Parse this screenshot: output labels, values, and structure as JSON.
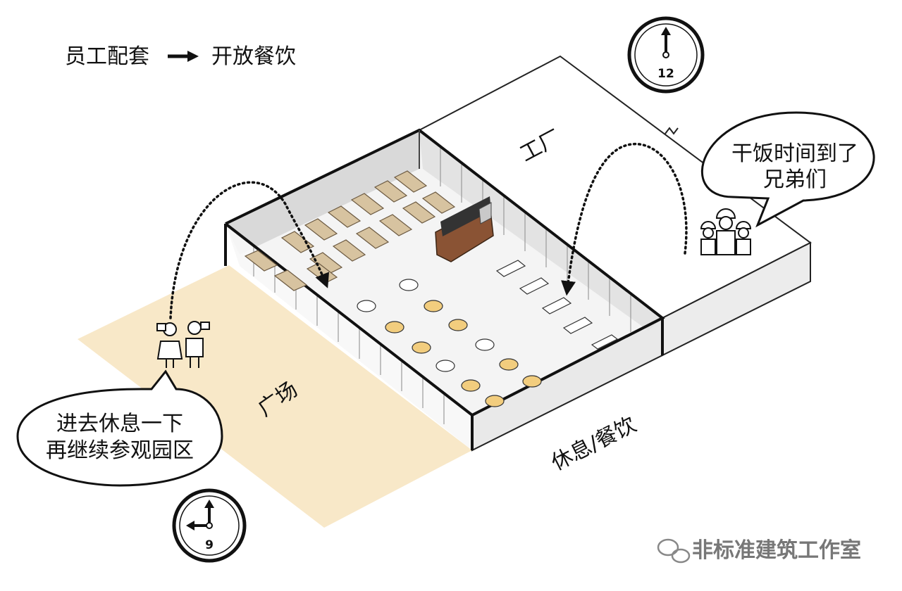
{
  "header": {
    "from": "员工配套",
    "to": "开放餐饮"
  },
  "zones": {
    "factory": "工厂",
    "plaza": "广场",
    "dining": "休息/餐饮"
  },
  "clocks": {
    "noon_number": "12",
    "morning_number": "9"
  },
  "bubbles": {
    "workers": [
      "干饭时间到了",
      "兄弟们"
    ],
    "visitors": [
      "进去休息一下",
      "再继续参观园区"
    ]
  },
  "watermark": "非标准建筑工作室",
  "colors": {
    "plaza": "#f8e8c8",
    "wood": "#d7c3a0",
    "table_yellow": "#f2cd7e",
    "counter": "#8a5334",
    "outline": "#111111"
  }
}
